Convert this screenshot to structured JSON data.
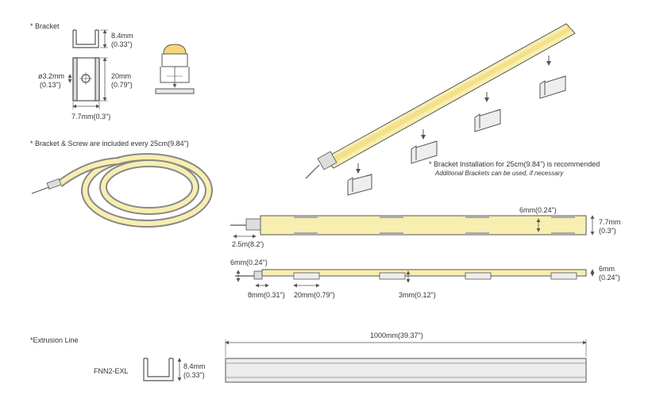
{
  "bracket": {
    "title": "* Bracket",
    "height_mm": "8.4mm",
    "height_in": "(0.33\")",
    "hole_mm": "ø3.2mm",
    "hole_in": "(0.13\")",
    "length_mm": "20mm",
    "length_in": "(0.79\")",
    "width": "7.7mm(0.3\")"
  },
  "coil": {
    "note": "* Bracket & Screw are included every 25cm(9.84\")"
  },
  "installation": {
    "note": "* Bracket Installation for 25cm(9.84\") is recommended",
    "subnote": "Additional Brackets can be used, if necessary"
  },
  "top_view": {
    "width_label": "6mm(0.24\")",
    "height_mm": "7.7mm",
    "height_in": "(0.3\")",
    "cable_length": "2.5m(8.2')"
  },
  "side_view": {
    "top_label": "6mm(0.24\")",
    "height_mm": "6mm",
    "height_in": "(0.24\")",
    "offset": "8mm(0.31\")",
    "bracket_len": "20mm(0.79\")",
    "depth": "3mm(0.12\")"
  },
  "extrusion": {
    "title": "*Extrusion Line",
    "model": "FNN2-EXL",
    "height_mm": "8.4mm",
    "height_in": "(0.33\")",
    "length": "1000mm(39.37\")"
  },
  "colors": {
    "led": "#f7eeb0",
    "led_edge": "#e8d47a",
    "line": "#555555",
    "bracket_fill": "#f0f0f0",
    "profile": "#e0e0e0"
  }
}
